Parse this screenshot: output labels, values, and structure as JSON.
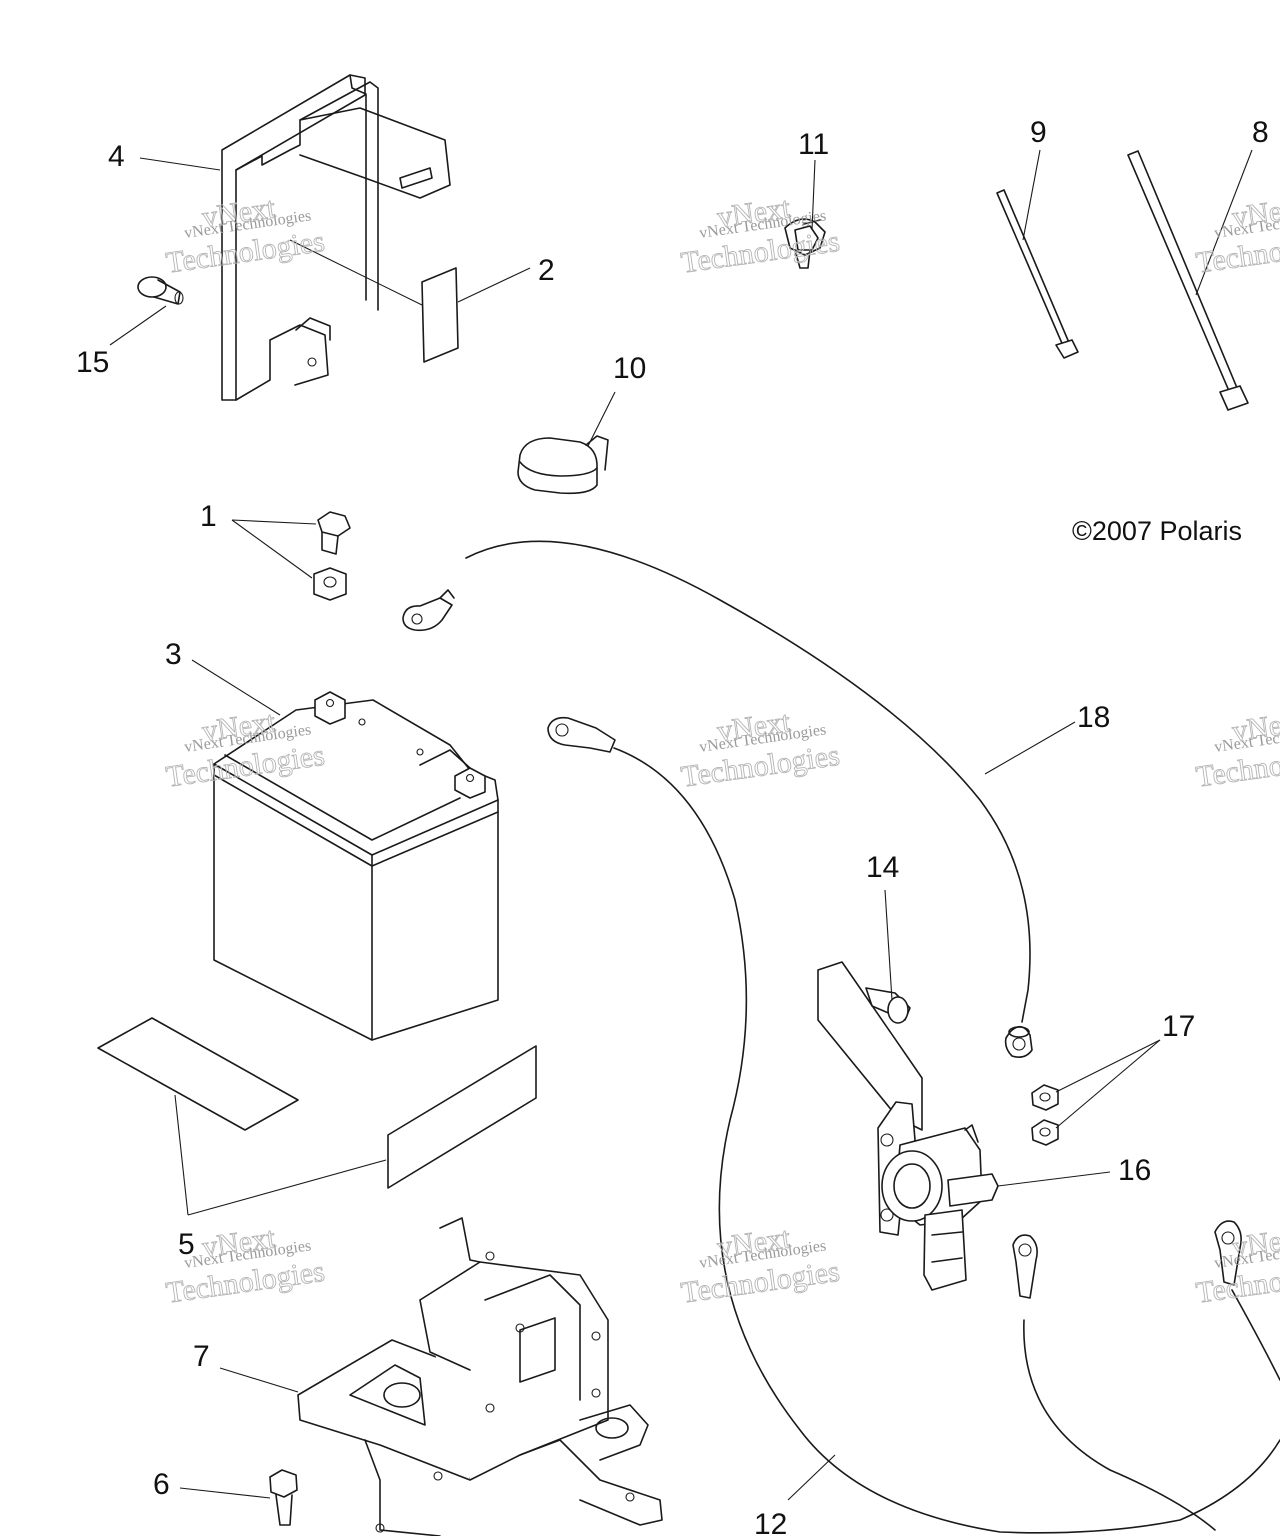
{
  "copyright": "©2007 Polaris",
  "watermark": {
    "line1": "vNext Technologies",
    "line2": "Technologies",
    "line3": "vNext"
  },
  "callouts": [
    {
      "id": "1",
      "text": "1"
    },
    {
      "id": "2",
      "text": "2"
    },
    {
      "id": "3",
      "text": "3"
    },
    {
      "id": "4",
      "text": "4"
    },
    {
      "id": "5",
      "text": "5"
    },
    {
      "id": "6",
      "text": "6"
    },
    {
      "id": "7",
      "text": "7"
    },
    {
      "id": "8",
      "text": "8"
    },
    {
      "id": "9",
      "text": "9"
    },
    {
      "id": "10",
      "text": "10"
    },
    {
      "id": "11",
      "text": "11"
    },
    {
      "id": "12",
      "text": "12"
    },
    {
      "id": "14",
      "text": "14"
    },
    {
      "id": "15",
      "text": "15"
    },
    {
      "id": "16",
      "text": "16"
    },
    {
      "id": "17",
      "text": "17"
    },
    {
      "id": "18",
      "text": "18"
    }
  ],
  "colors": {
    "ink": "#1a1a1a",
    "watermark": "#9a9a9a",
    "background": "#ffffff"
  }
}
